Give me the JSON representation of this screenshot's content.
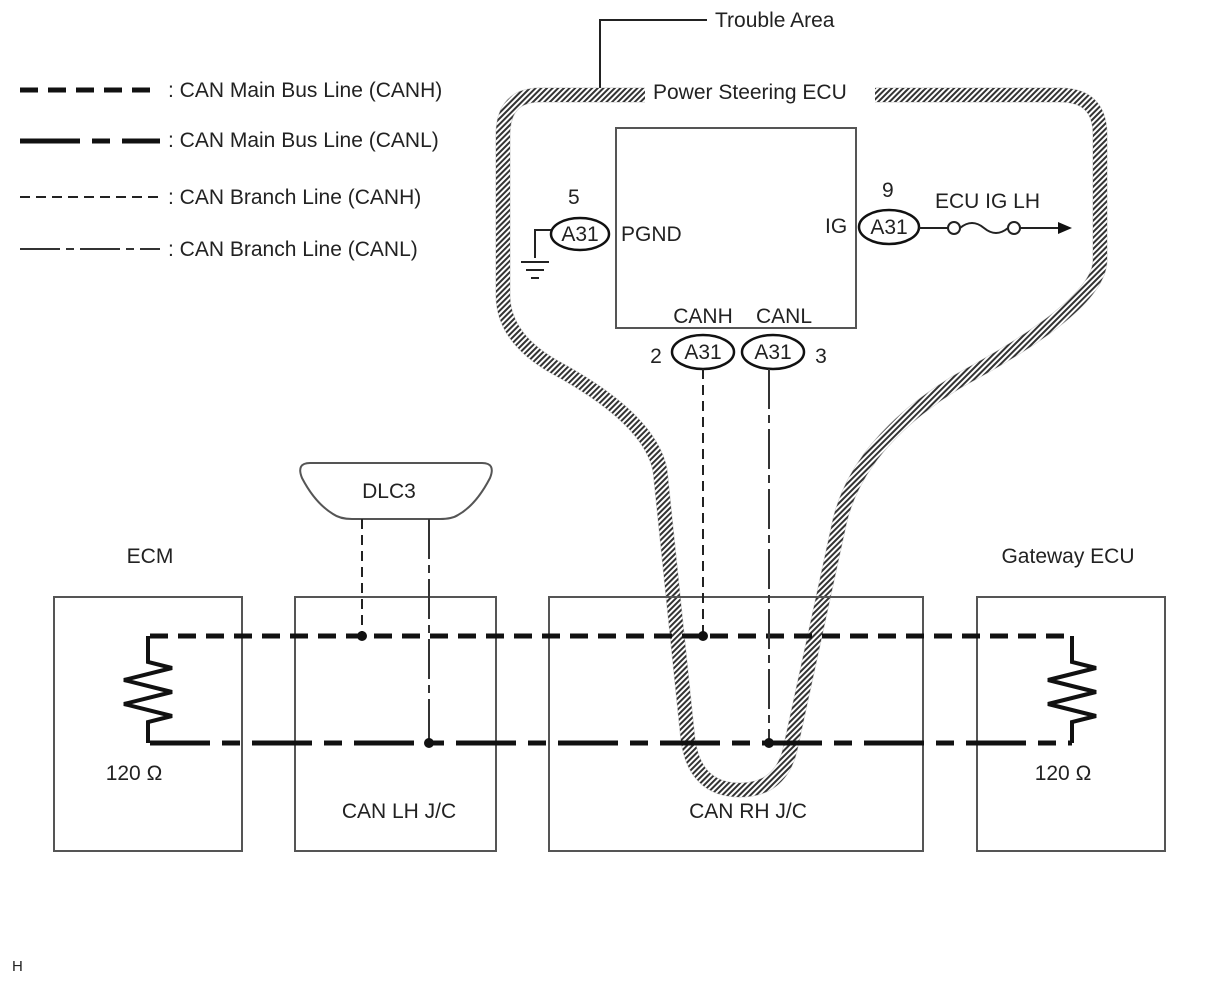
{
  "legend": [
    {
      "style": "main-canh",
      "label": ": CAN Main Bus Line (CANH)"
    },
    {
      "style": "main-canl",
      "label": ": CAN Main Bus Line (CANL)"
    },
    {
      "style": "branch-canh",
      "label": ": CAN Branch Line (CANH)"
    },
    {
      "style": "branch-canl",
      "label": ": CAN Branch Line (CANL)"
    }
  ],
  "trouble_area": {
    "label": "Trouble Area",
    "ecu_name": "Power Steering ECU"
  },
  "ecu_pins": {
    "pgnd": {
      "pin": "5",
      "connector": "A31",
      "signal": "PGND"
    },
    "ig": {
      "pin": "9",
      "connector": "A31",
      "signal": "IG",
      "source": "ECU IG LH"
    },
    "canh": {
      "pin": "2",
      "connector": "A31",
      "signal": "CANH"
    },
    "canl": {
      "pin": "3",
      "connector": "A31",
      "signal": "CANL"
    }
  },
  "dlc": {
    "label": "DLC3"
  },
  "components": {
    "ecm": {
      "label": "ECM",
      "resistor": "120 Ω"
    },
    "lh_jc": {
      "label": "CAN LH J/C"
    },
    "rh_jc": {
      "label": "CAN RH J/C"
    },
    "gateway": {
      "label": "Gateway ECU",
      "resistor": "120 Ω"
    }
  },
  "footer": {
    "code": "H"
  }
}
